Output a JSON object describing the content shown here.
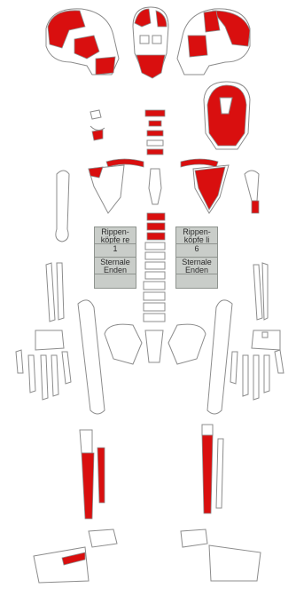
{
  "colors": {
    "affected": "#d90f0f",
    "bone": "#ffffff",
    "outline": "#8c8c8c",
    "table_bg": "#c9cdc9"
  },
  "rib_tables": [
    {
      "cells": [
        "Rippen-",
        "köpfe re",
        "1",
        "Sternale",
        "Enden"
      ]
    },
    {
      "cells": [
        "Rippen-",
        "köpfe li",
        "6",
        "Sternale",
        "Enden"
      ]
    }
  ]
}
